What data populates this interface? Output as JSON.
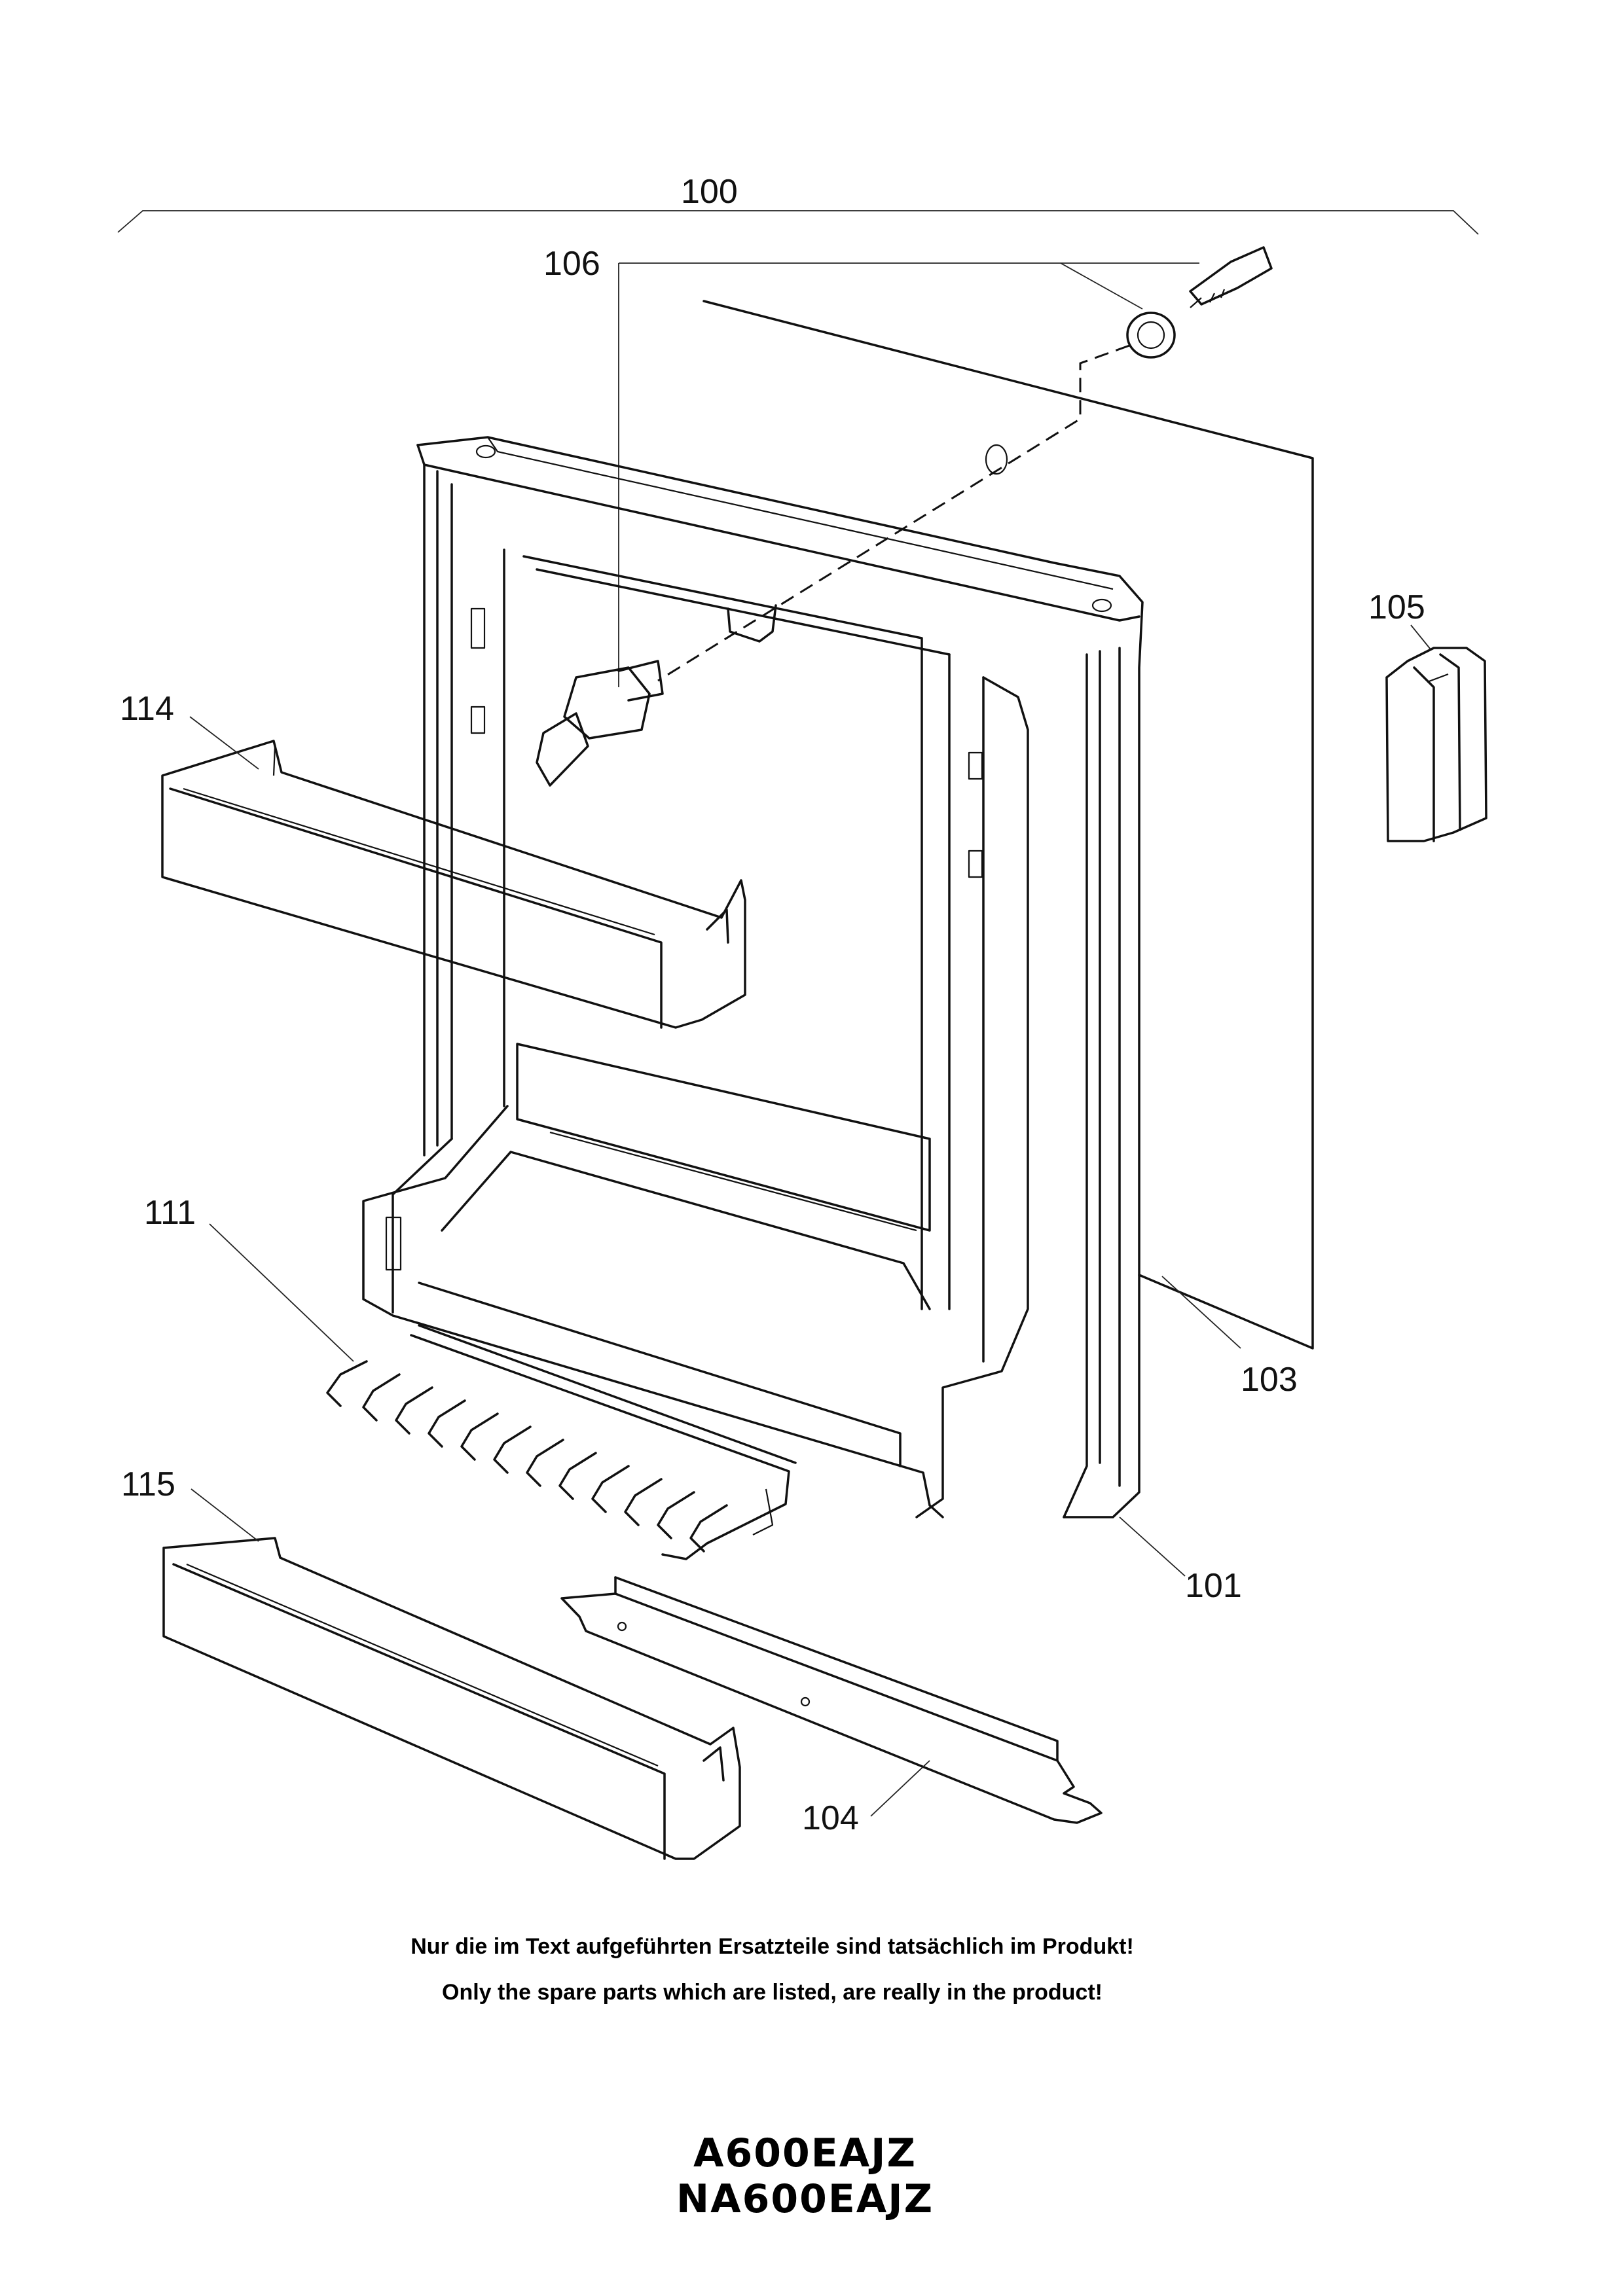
{
  "labels": {
    "l100": "100",
    "l106": "106",
    "l105": "105",
    "l114": "114",
    "l111": "111",
    "l103": "103",
    "l115": "115",
    "l101": "101",
    "l104": "104"
  },
  "notes": {
    "german": "Nur die im Text aufgeführten Ersatzteile sind tatsächlich im Produkt!",
    "english": "Only the spare parts which are listed, are really in the product!"
  },
  "models": [
    "A600EAJZ",
    "NA600EAJZ"
  ]
}
